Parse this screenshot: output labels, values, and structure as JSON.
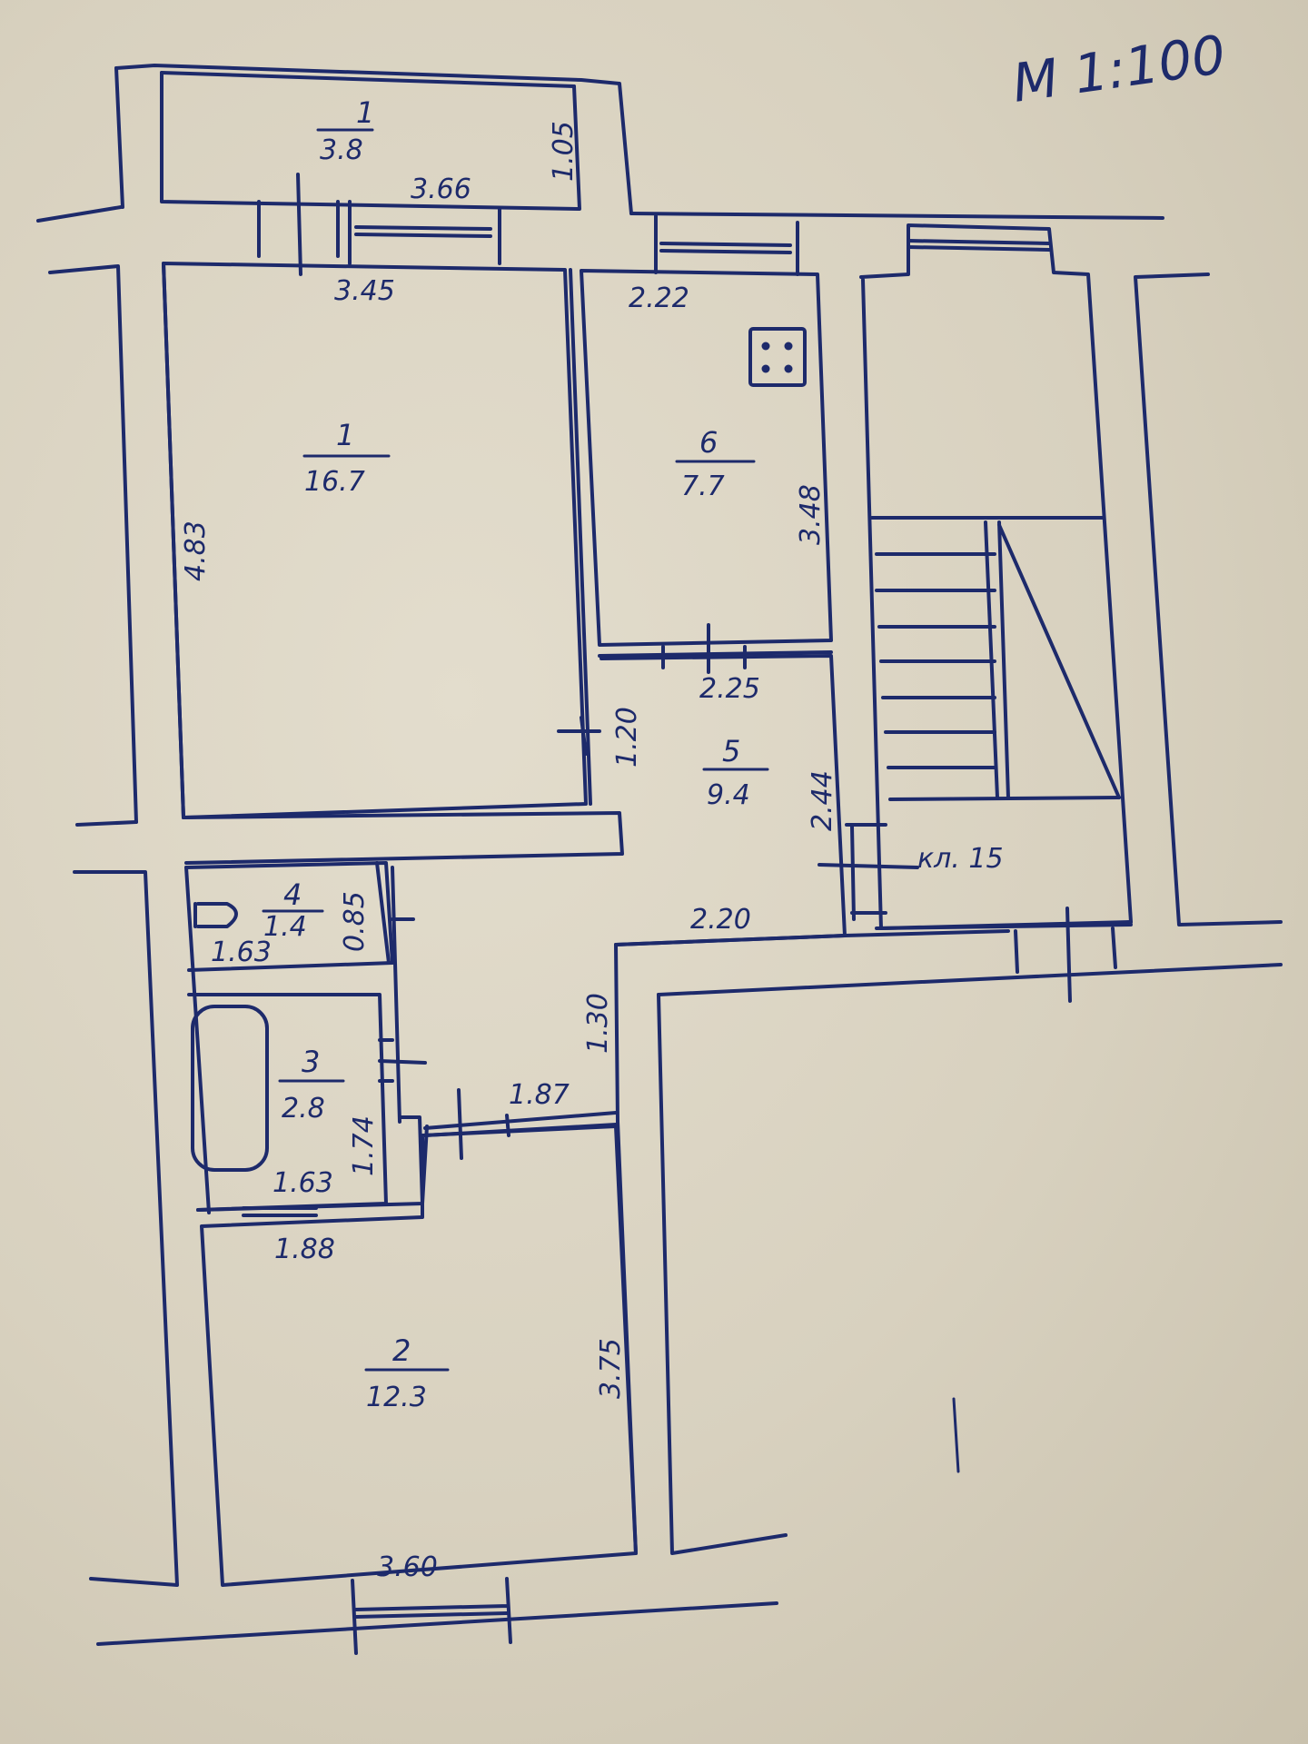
{
  "scale_label": "М 1:100",
  "rooms": [
    {
      "number": "1",
      "area": "16.7"
    },
    {
      "number": "2",
      "area": "12.3"
    },
    {
      "number": "3",
      "area": "2.8"
    },
    {
      "number": "4",
      "area": "1.4"
    },
    {
      "number": "5",
      "area": "9.4"
    },
    {
      "number": "6",
      "area": "7.7"
    },
    {
      "number": "1",
      "area": "3.8"
    }
  ],
  "dimensions": {
    "balcony_length": "3.66",
    "balcony_depth": "1.05",
    "room1_width": "3.45",
    "room1_depth": "4.83",
    "kitchen_width": "2.22",
    "kitchen_depth": "3.48",
    "hall_top": "2.25",
    "hall_door": "1.20",
    "hall_depth": "2.44",
    "corridor_width": "2.20",
    "corridor_depth": "1.30",
    "door_to_room2": "1.87",
    "wc_width": "1.63",
    "wc_depth": "0.85",
    "bath_width": "1.63",
    "bath_depth": "1.74",
    "room2_top": "1.88",
    "room2_depth": "3.75",
    "room2_width": "3.60",
    "stair_label": "кл. 15"
  },
  "colors": {
    "ink": "#1d2a6b",
    "paper": "#dcd6c6"
  }
}
